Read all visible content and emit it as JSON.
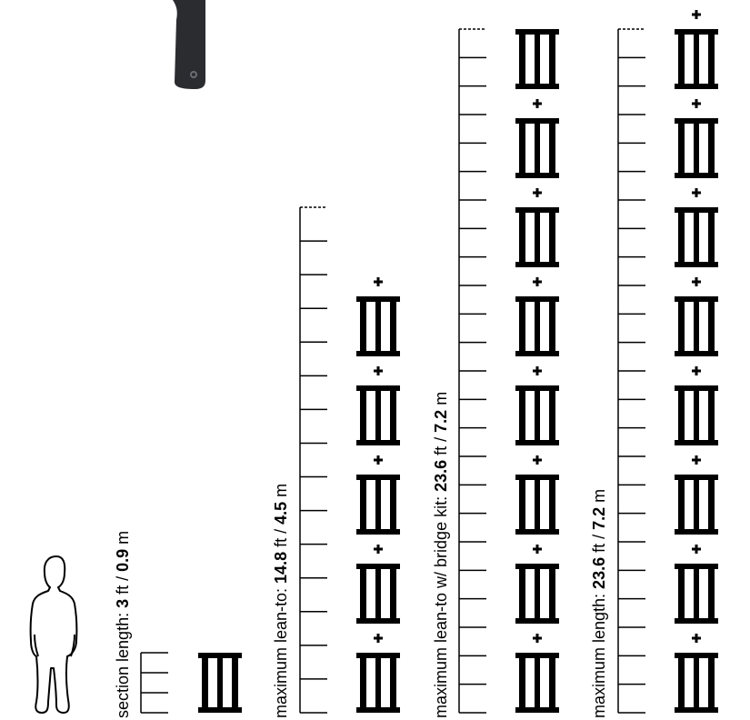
{
  "columns": [
    {
      "key": "section",
      "label_prefix": "section length: ",
      "ft": "3",
      "ft_unit": " ft / ",
      "m": "0.9",
      "m_unit": " m",
      "ladder_sections": 1,
      "plus_signs": 0
    },
    {
      "key": "lean_to",
      "label_prefix": "maximum lean-to: ",
      "ft": "14.8",
      "ft_unit": " ft / ",
      "m": "4.5",
      "m_unit": " m",
      "ladder_sections": 5,
      "plus_signs": 5
    },
    {
      "key": "bridge",
      "label_prefix": "maximum lean-to w/ bridge kit: ",
      "ft": "23.6",
      "ft_unit": " ft / ",
      "m": "7.2",
      "m_unit": " m",
      "ladder_sections": 8,
      "plus_signs": 7
    },
    {
      "key": "max",
      "label_prefix": "maximum length: ",
      "ft": "23.6",
      "ft_unit": " ft / ",
      "m": "7.2",
      "m_unit": " m",
      "ladder_sections": 8,
      "plus_signs": 8
    }
  ],
  "person_icon": "person-silhouette-icon",
  "hook_icon": "ladder-hook-icon",
  "colors": {
    "ink": "#000000",
    "hook": "#2a2c30",
    "background": "#ffffff"
  }
}
